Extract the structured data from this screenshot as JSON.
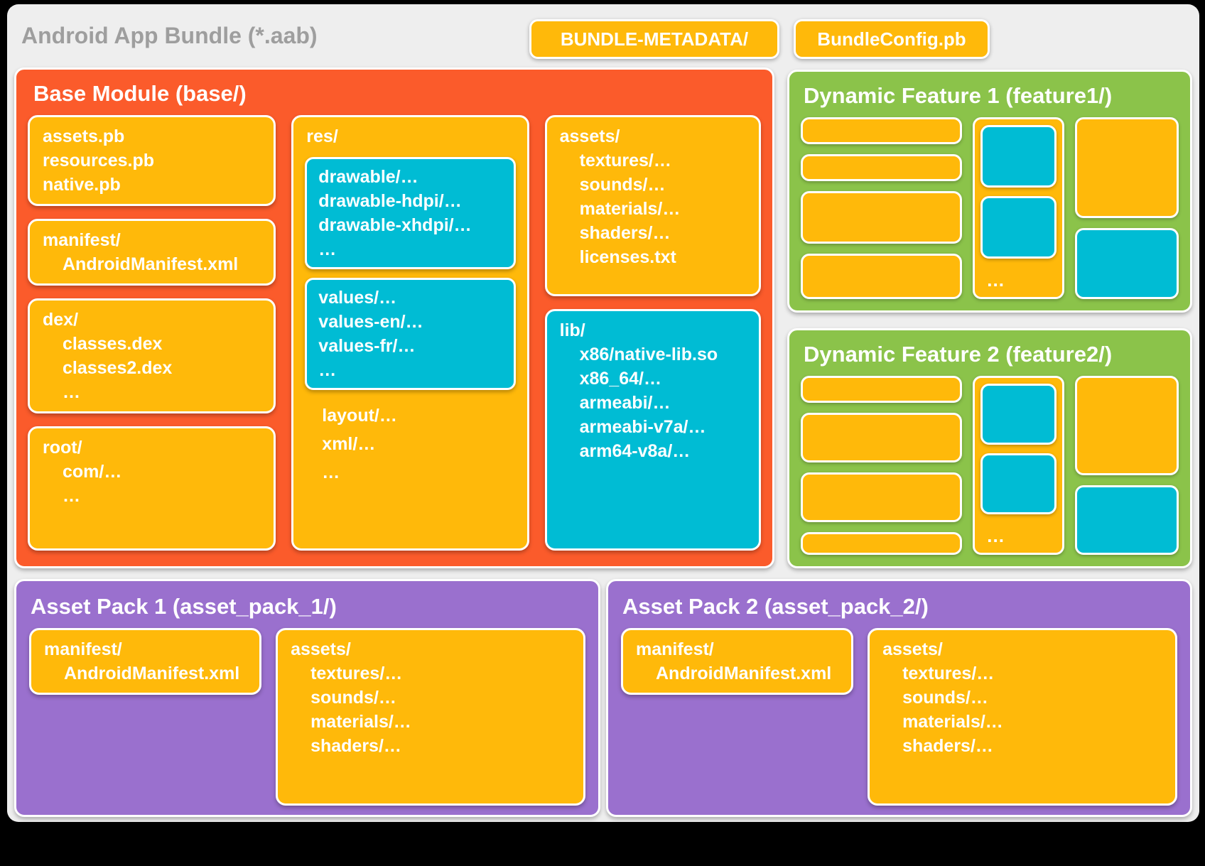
{
  "header": {
    "title": "Android App Bundle (*.aab)",
    "bundle_metadata": "BUNDLE-METADATA/",
    "bundle_config": "BundleConfig.pb"
  },
  "colors": {
    "yellow": "#FFB90A",
    "orange": "#FB5B2B",
    "cyan": "#00BCD4",
    "green": "#8BC34A",
    "purple": "#9A70CE",
    "card_background": "#EEEEEE",
    "title_gray": "#9E9E9E"
  },
  "base_module": {
    "title": "Base Module (base/)",
    "protos": [
      "assets.pb",
      "resources.pb",
      "native.pb"
    ],
    "manifest": [
      "manifest/",
      "AndroidManifest.xml"
    ],
    "dex": [
      "dex/",
      "classes.dex",
      "classes2.dex",
      "…"
    ],
    "root": [
      "root/",
      "com/…",
      "…"
    ],
    "res": {
      "label": "res/",
      "drawable": [
        "drawable/…",
        "drawable-hdpi/…",
        "drawable-xhdpi/…",
        "…"
      ],
      "values": [
        "values/…",
        "values-en/…",
        "values-fr/…",
        "…"
      ],
      "tail": [
        "layout/…",
        "xml/…",
        "…"
      ]
    },
    "assets": [
      "assets/",
      "textures/…",
      "sounds/…",
      "materials/…",
      "shaders/…",
      "licenses.txt"
    ],
    "lib": [
      "lib/",
      "x86/native-lib.so",
      "x86_64/…",
      "armeabi/…",
      "armeabi-v7a/…",
      "arm64-v8a/…"
    ]
  },
  "feature1": {
    "title": "Dynamic Feature 1 (feature1/)",
    "ellipsis": "…"
  },
  "feature2": {
    "title": "Dynamic Feature 2 (feature2/)",
    "ellipsis": "…"
  },
  "asset_pack_1": {
    "title": "Asset Pack 1 (asset_pack_1/)",
    "manifest": [
      "manifest/",
      "AndroidManifest.xml"
    ],
    "assets": [
      "assets/",
      "textures/…",
      "sounds/…",
      "materials/…",
      "shaders/…"
    ]
  },
  "asset_pack_2": {
    "title": "Asset Pack 2 (asset_pack_2/)",
    "manifest": [
      "manifest/",
      "AndroidManifest.xml"
    ],
    "assets": [
      "assets/",
      "textures/…",
      "sounds/…",
      "materials/…",
      "shaders/…"
    ]
  }
}
